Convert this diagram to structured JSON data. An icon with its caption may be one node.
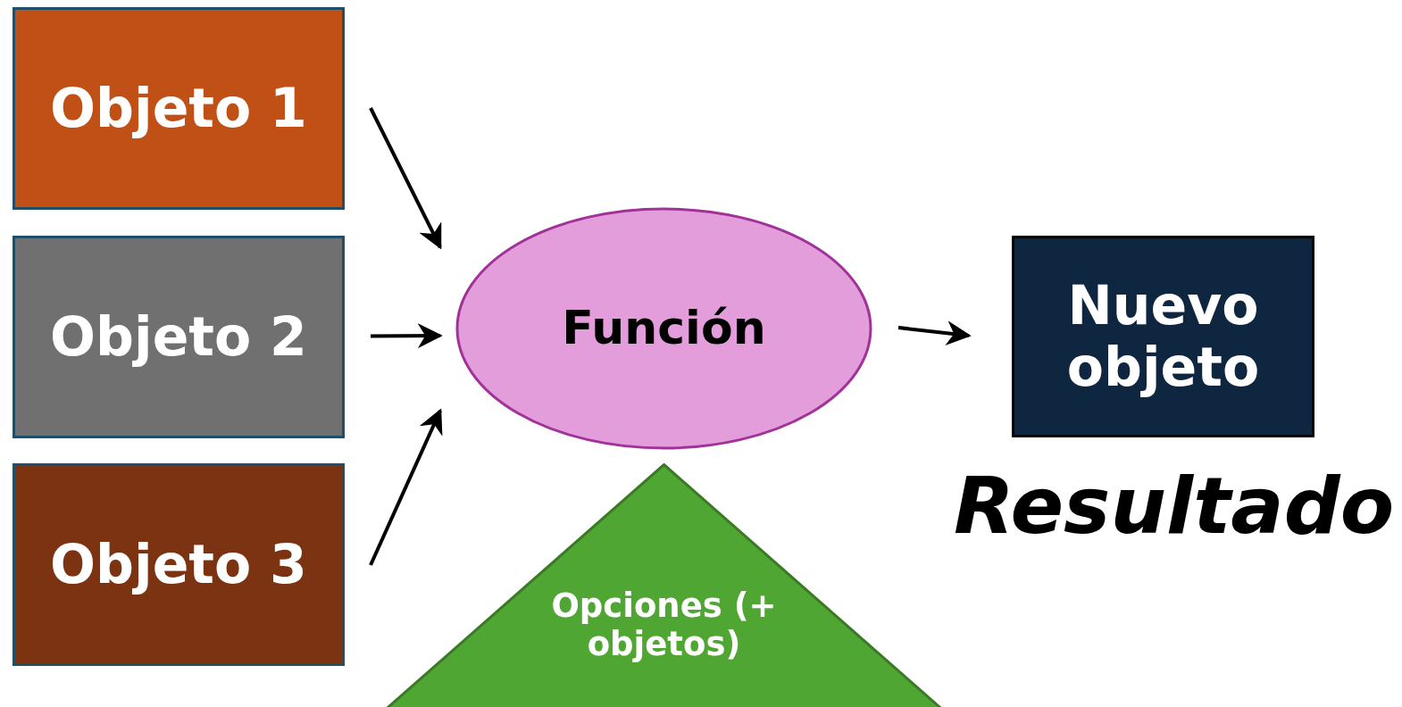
{
  "diagram": {
    "nodes": [
      {
        "text": [
          "Objeto 1"
        ]
      },
      {
        "text": [
          "Objeto 2"
        ]
      },
      {
        "text": [
          "Objeto 3"
        ]
      },
      {
        "text": [
          "Función"
        ]
      },
      {
        "text": [
          "Nuevo objeto"
        ]
      },
      {
        "text": [
          "Opciones (+ objetos)"
        ]
      }
    ],
    "edges": [
      {
        "from": 0,
        "to": 3,
        "arrow": "to"
      },
      {
        "from": 1,
        "to": 3,
        "arrow": "to"
      },
      {
        "from": 2,
        "to": 3,
        "arrow": "to"
      },
      {
        "from": 3,
        "to": 4,
        "arrow": "to"
      }
    ],
    "labels": [
      "Resultado"
    ]
  }
}
